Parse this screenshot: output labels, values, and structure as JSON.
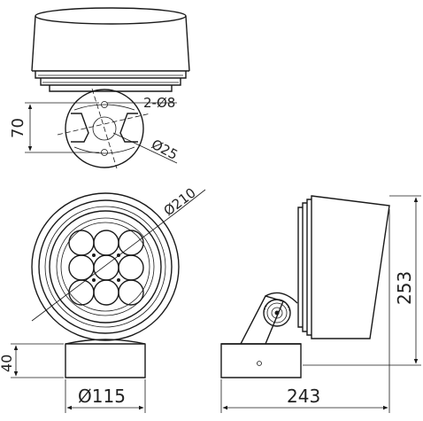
{
  "labels": {
    "holes": "2-Ø8",
    "height_70": "70",
    "center_hole": "Ø25",
    "diameter_210": "Ø210",
    "height_40": "40",
    "base_diameter": "Ø115",
    "depth_243": "243",
    "height_253": "253"
  }
}
